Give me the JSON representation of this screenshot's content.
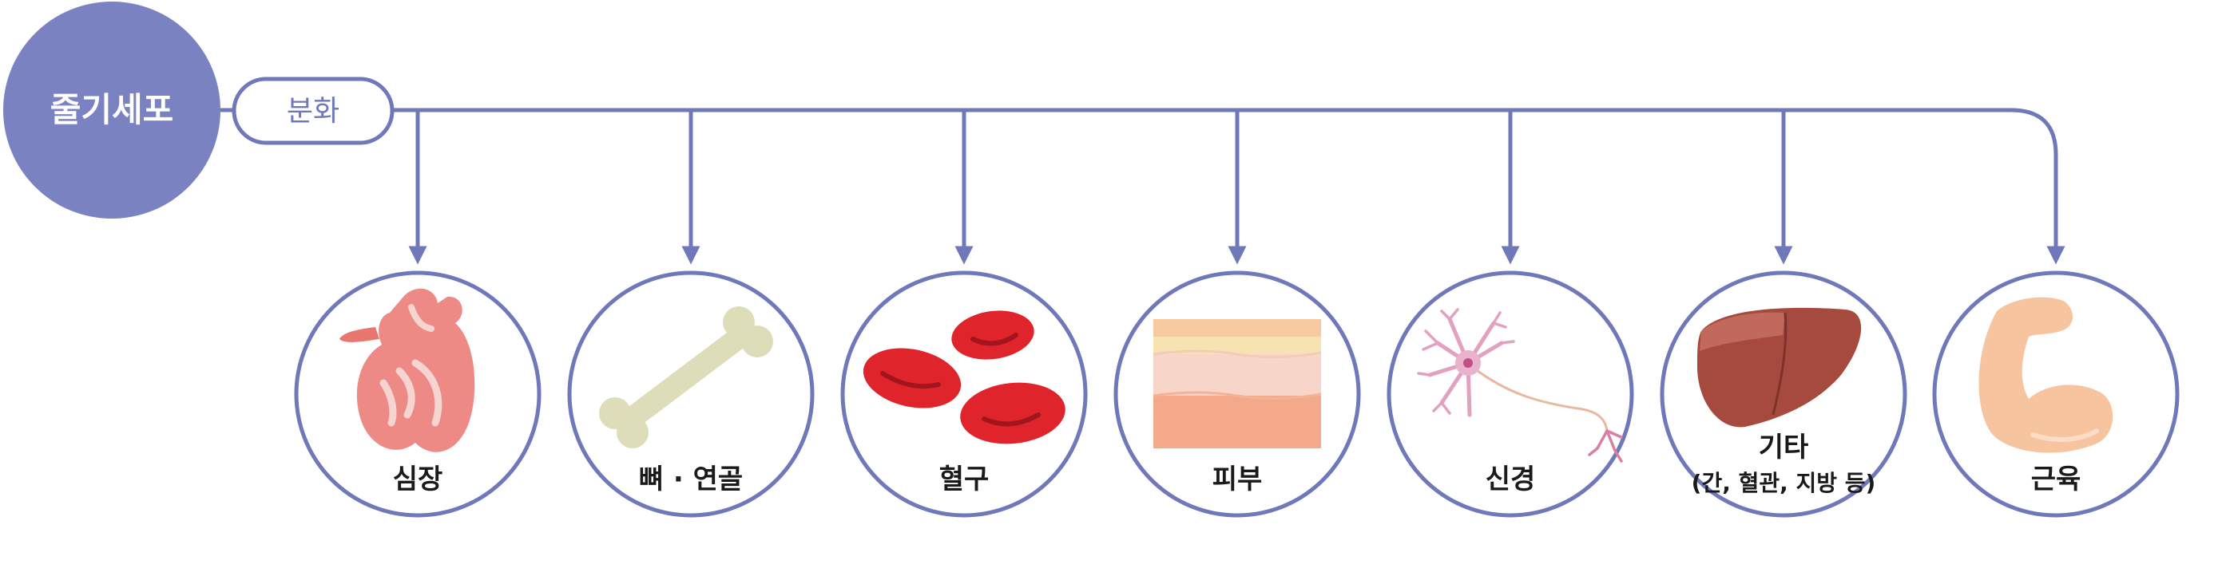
{
  "colors": {
    "primary": "#7a82c2",
    "line": "#6f78b8",
    "circle_fill": "#ffffff",
    "text": "#1a1a1a"
  },
  "stem_cell": {
    "label": "줄기세포"
  },
  "differentiation": {
    "label": "분화"
  },
  "targets": [
    {
      "label": "심장",
      "icon": "heart-icon"
    },
    {
      "label": "뼈 · 연골",
      "icon": "bone-icon"
    },
    {
      "label": "혈구",
      "icon": "blood-cells-icon"
    },
    {
      "label": "피부",
      "icon": "skin-layers-icon"
    },
    {
      "label": "신경",
      "icon": "neuron-icon"
    },
    {
      "label": "기타",
      "sublabel": "(간, 혈관, 지방 등)",
      "icon": "liver-icon"
    },
    {
      "label": "근육",
      "icon": "muscle-arm-icon"
    }
  ]
}
